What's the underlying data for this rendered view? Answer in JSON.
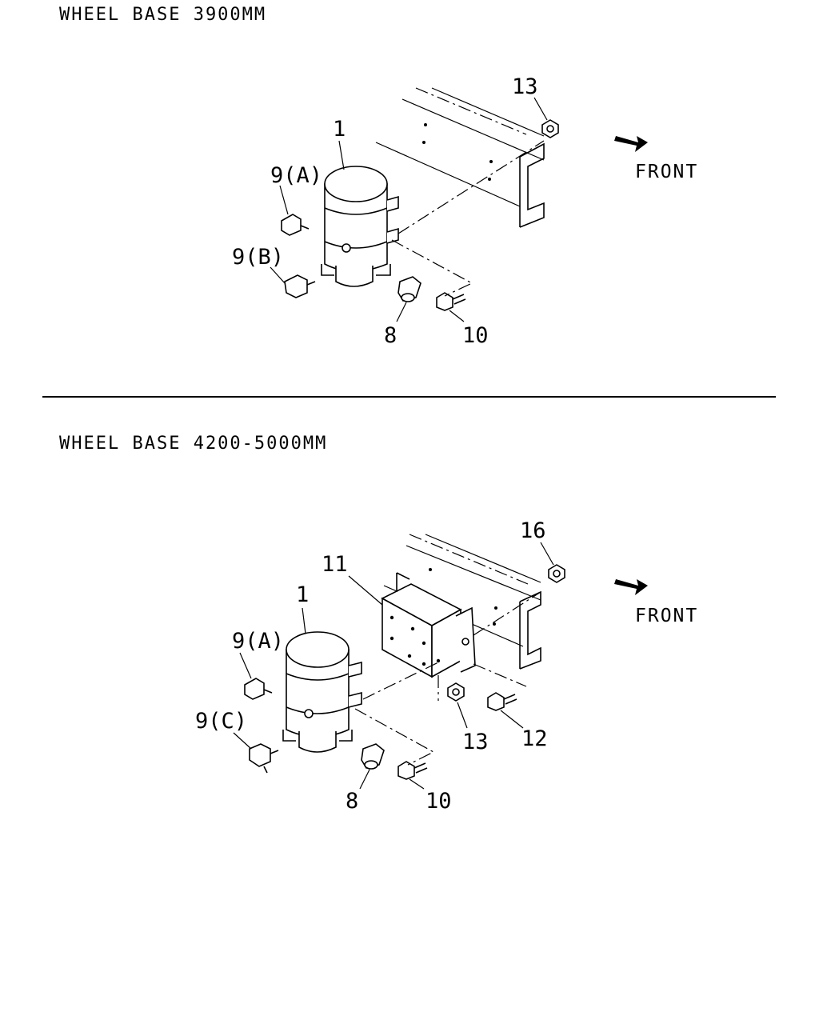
{
  "sections": [
    {
      "title": "WHEEL BASE 3900MM",
      "front_label": "FRONT",
      "callouts": {
        "c1": "1",
        "c9a": "9(A)",
        "c9b": "9(B)",
        "c8": "8",
        "c10": "10",
        "c13": "13"
      }
    },
    {
      "title": "WHEEL BASE 4200-5000MM",
      "front_label": "FRONT",
      "callouts": {
        "c1": "1",
        "c9a": "9(A)",
        "c9c": "9(C)",
        "c8": "8",
        "c10": "10",
        "c11": "11",
        "c12": "12",
        "c13": "13",
        "c16": "16"
      }
    }
  ]
}
